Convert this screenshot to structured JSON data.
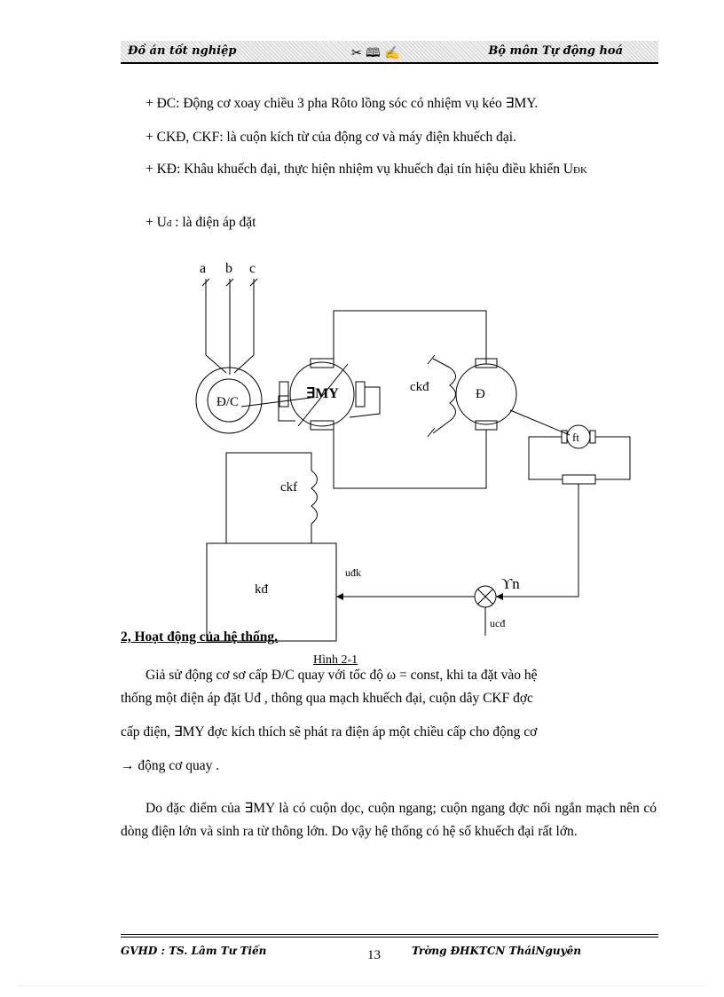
{
  "header": {
    "left": "Đồ án tốt nghiệp",
    "middle": "✂ 🕮 ✍",
    "right": "Bộ môn Tự động hoá"
  },
  "paragraphs": {
    "p1": "+ ĐC: Động cơ xoay chiều 3 pha Rôto lồng sóc có nhiệm vụ kéo ∃MY.",
    "p2": "+ CKĐ, CKF: là cuộn kích từ của động cơ và máy điện khuếch đại.",
    "p3_main": "+ KĐ:  Khâu khuếch đại, thực hiện nhiệm vụ khuếch đại tín hiệu điều khiển  U",
    "p3_sub": "ĐK",
    "p4_pre": "+ U",
    "p4_sub": "đ",
    "p4_post": "  : là điện áp đặt"
  },
  "diagram": {
    "phase_a": "a",
    "phase_b": "b",
    "phase_c": "c",
    "motor_ac": "Đ/C",
    "amplidyne": "∃MY",
    "ckd_label": "ckđ",
    "motor_dc": "Đ",
    "tacho": "ft",
    "ckf_label": "ckf",
    "amplifier": "kđ",
    "u_dk": "uđk",
    "gamma_n": "ϒn",
    "u_cd": "ucđ"
  },
  "section_heading": "2, Hoạt động của hệ thống.",
  "figure_caption": "Hình 2-1",
  "operation": {
    "p1_line1": "Giả sử động cơ sơ cấp Đ/C quay với tốc độ ω = const, khi ta đặt vào hệ",
    "p1_line2": "thống một điện áp đặt Uđ , thông qua mạch khuếch đại, cuộn dây CKF đợc",
    "p1_line3": "cấp điện, ∃MY đợc  kích thích sẽ phát ra điện áp một chiều cấp cho động cơ",
    "p1_line4": "→ động cơ quay .",
    "p2": "Do đặc điểm của ∃MY là có cuộn dọc, cuộn ngang; cuộn ngang đợc  nối ngắn mạch nên có dòng điện lớn và sinh ra từ thông lớn. Do vậy hệ thống có hệ số khuếch đại rất lớn."
  },
  "footer": {
    "left": "GVHD : TS. Lâm Tư Tiến",
    "page": "13",
    "right": "Trờng  ĐHKTCN TháiNguyên"
  }
}
